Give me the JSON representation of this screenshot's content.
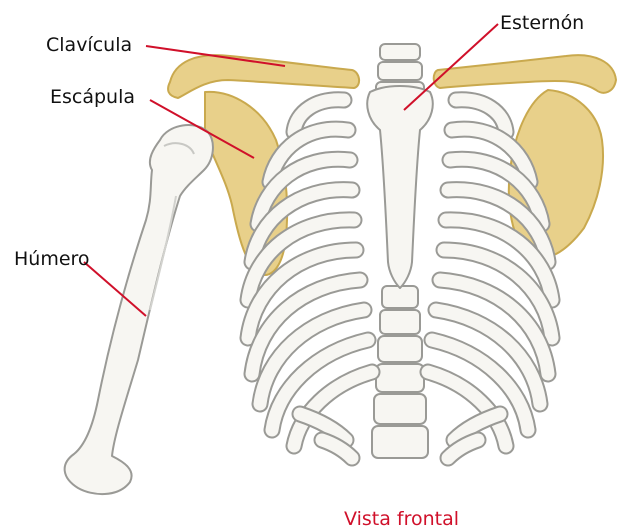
{
  "labels": {
    "clavicula": "Clavícula",
    "escapula": "Escápula",
    "esternon": "Esternón",
    "humero": "Húmero"
  },
  "caption": "Vista frontal",
  "colors": {
    "bone_fill": "#f7f6f2",
    "bone_stroke": "#9a9a96",
    "shoulder_bone": "#e8d08a",
    "shoulder_stroke": "#c9a94e",
    "leader_line": "#d0102a",
    "caption": "#d0102a",
    "label_text": "#111111"
  }
}
